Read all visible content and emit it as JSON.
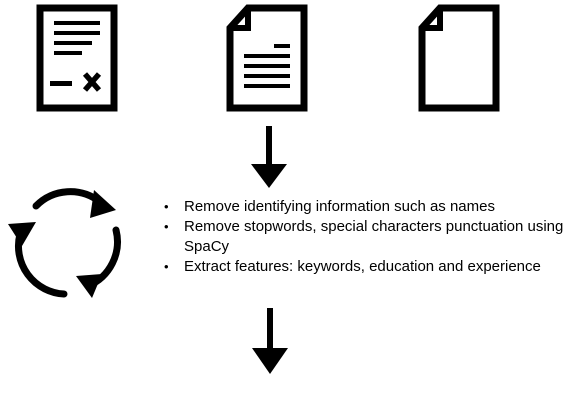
{
  "icons": [
    {
      "name": "signed-document-icon"
    },
    {
      "name": "text-document-icon"
    },
    {
      "name": "blank-document-icon"
    },
    {
      "name": "down-arrow-icon"
    },
    {
      "name": "refresh-cycle-icon"
    },
    {
      "name": "down-arrow-icon"
    }
  ],
  "steps": [
    {
      "text": "Remove identifying information such as names"
    },
    {
      "text": "Remove stopwords, special characters punctuation using SpaCy"
    },
    {
      "text": "Extract features: keywords, education and experience"
    }
  ],
  "bullet_symbol": "•",
  "colors": {
    "ink": "#000000",
    "background": "#ffffff"
  }
}
